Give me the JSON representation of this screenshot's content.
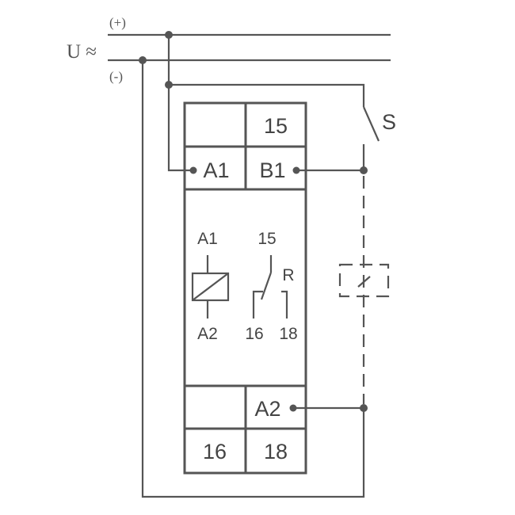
{
  "supply": {
    "plus_label": "(+)",
    "minus_label": "(-)",
    "voltage_label": "U ≈"
  },
  "switch_label": "S",
  "module": {
    "top_terminals": [
      "",
      "15"
    ],
    "upper_terminals": [
      "A1",
      "B1"
    ],
    "lower_terminals": [
      "",
      "A2"
    ],
    "bottom_terminals": [
      "16",
      "18"
    ],
    "symbol": {
      "coil_top": "A1",
      "coil_bottom": "A2",
      "contact_common": "15",
      "contact_nc": "16",
      "contact_no": "18",
      "relay_label": "R"
    }
  },
  "color": "#555555"
}
